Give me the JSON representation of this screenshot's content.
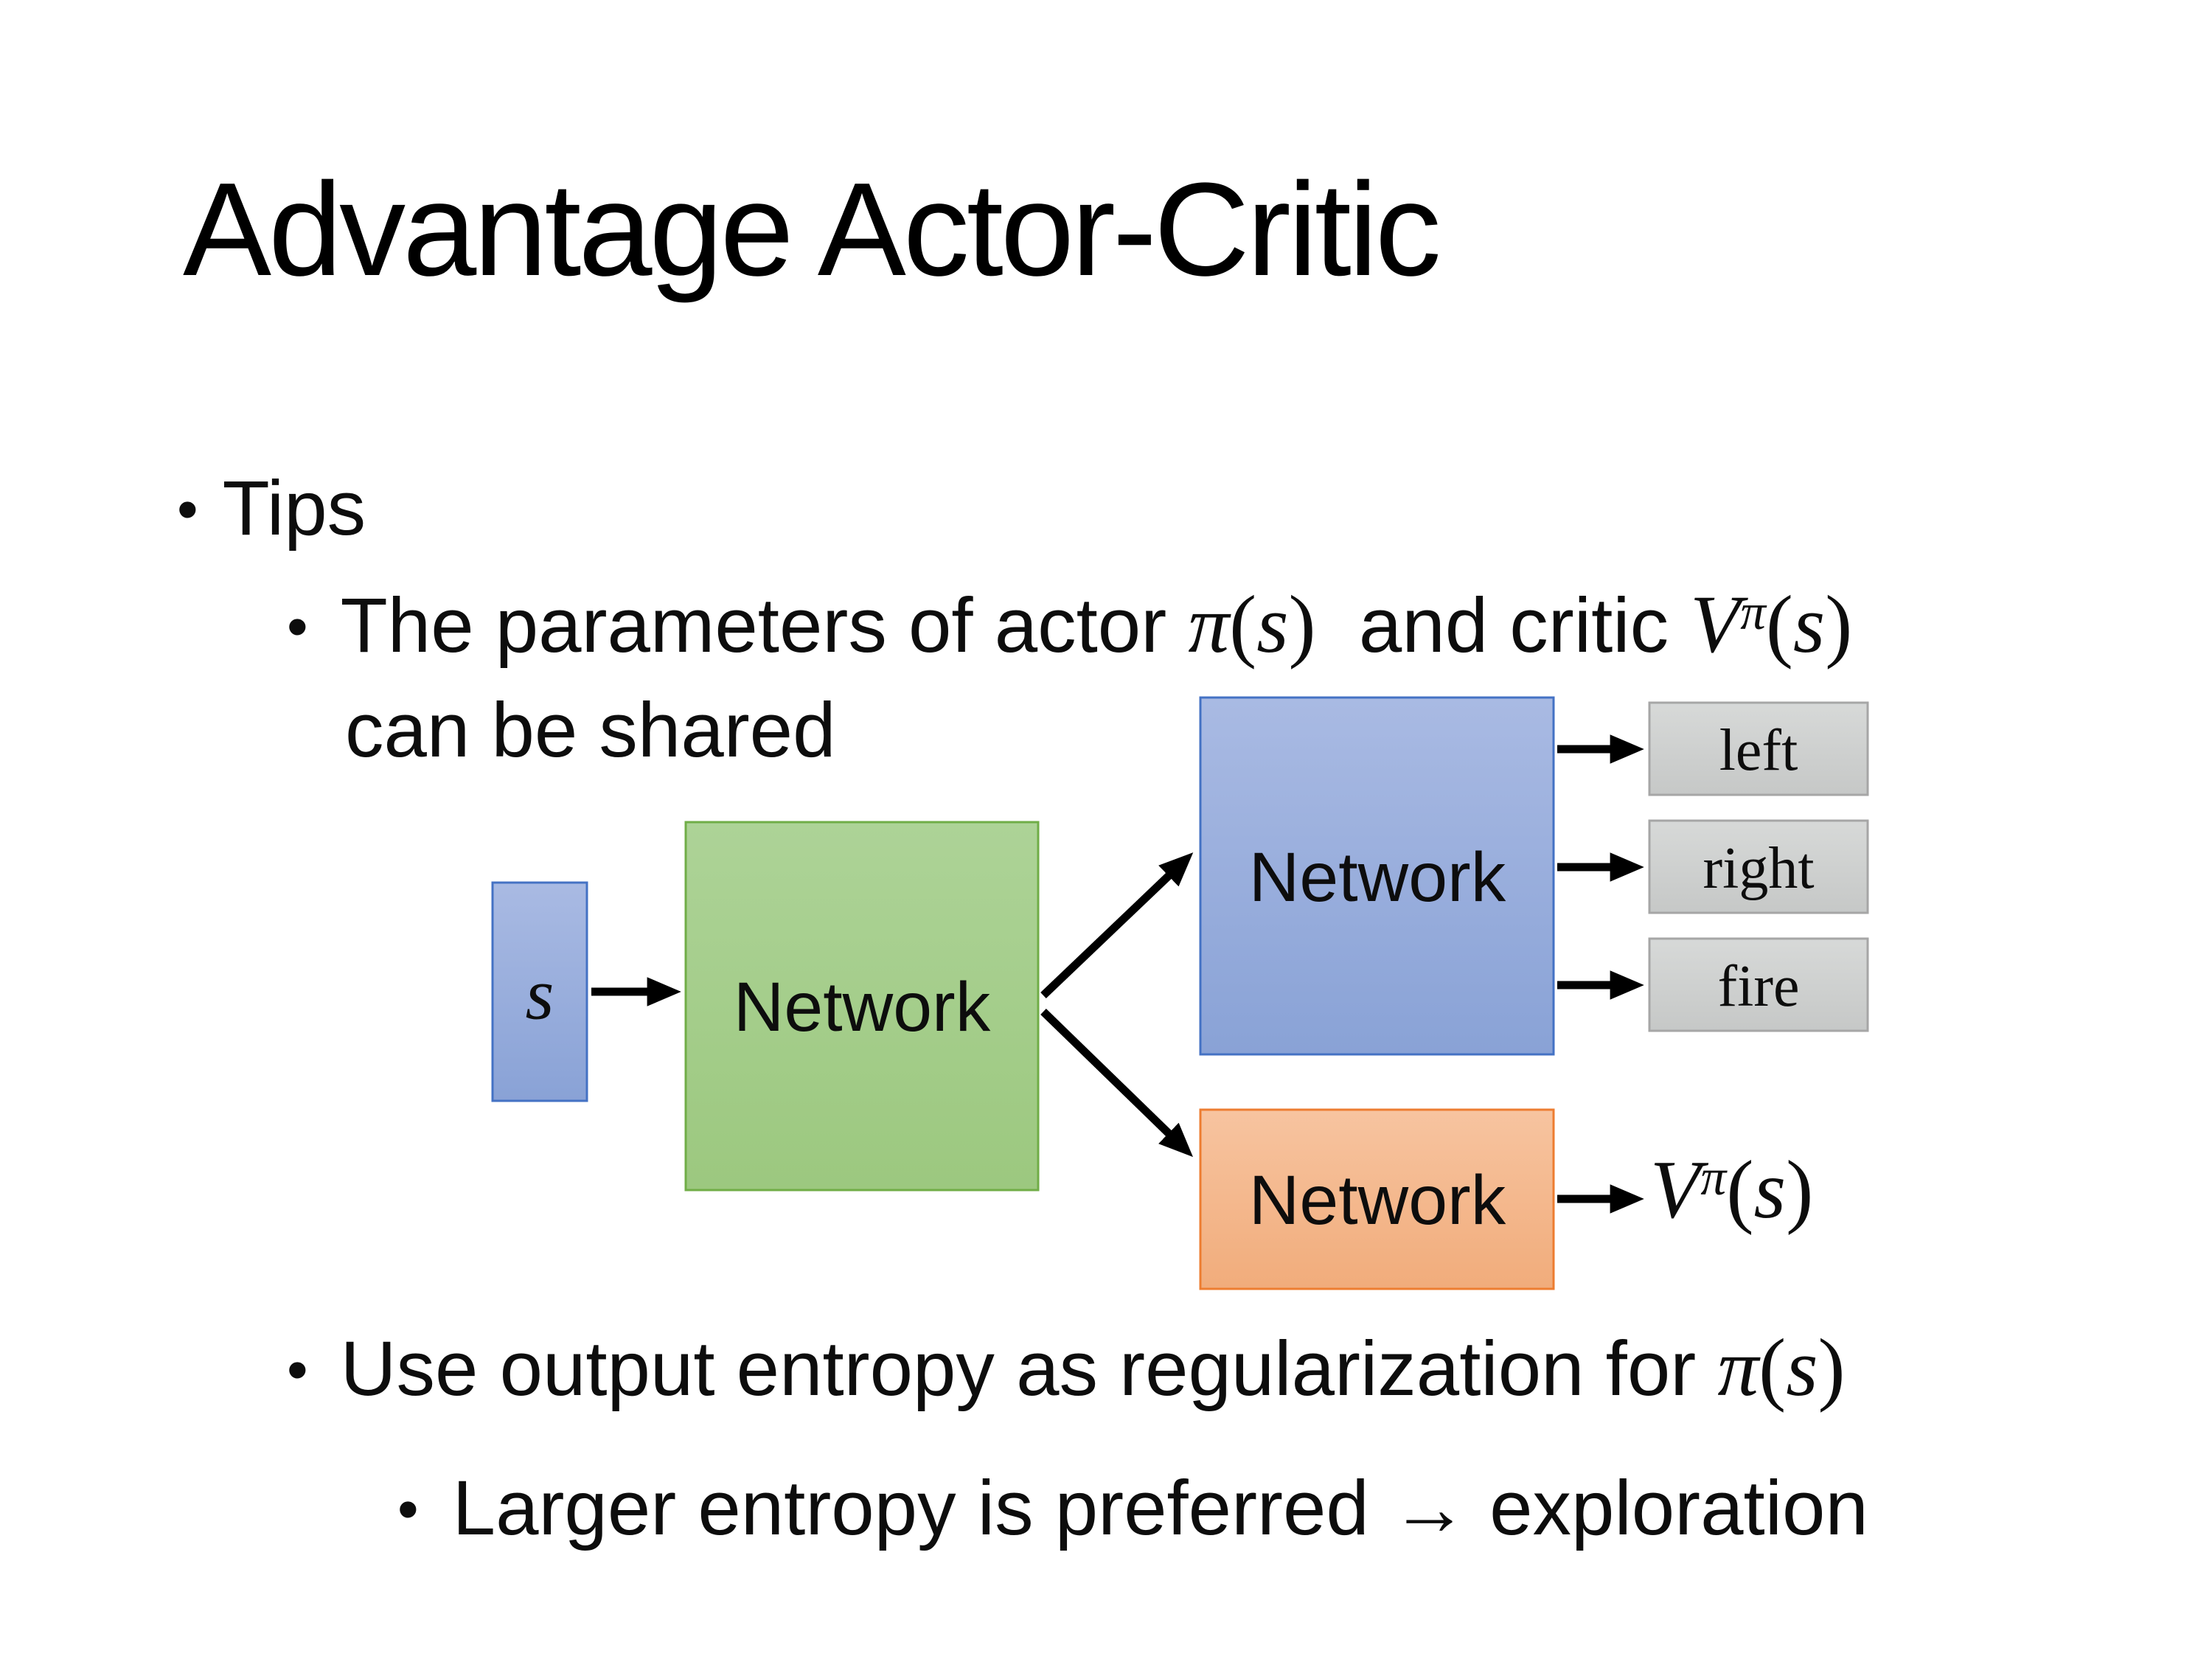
{
  "slide": {
    "title": "Advantage Actor-Critic",
    "bullet_glyph": "•",
    "bullets": {
      "tips": "Tips",
      "param_prefix": "The parameters of actor ",
      "param_mid": "  and critic ",
      "param_line2": "can be shared",
      "entropy_prefix": "Use output entropy as regularization for ",
      "larger": "Larger entropy is preferred → exploration"
    },
    "math": {
      "pi": "π",
      "s": "s",
      "V": "V",
      "lp": "(",
      "rp": ")"
    },
    "diagram": {
      "input_label": "s",
      "shared_network_label": "Network",
      "actor_network_label": "Network",
      "critic_network_label": "Network",
      "actions": [
        "left",
        "right",
        "fire"
      ],
      "colors": {
        "input_fill": "#9AAEDC",
        "input_border": "#4472C4",
        "shared_fill": "#A6CF8D",
        "shared_border": "#70AD47",
        "actor_fill": "#97ACDB",
        "actor_border": "#4472C4",
        "critic_fill": "#F4B183",
        "critic_border": "#ED7D31",
        "action_fill": "#CFD1D0",
        "action_border": "#A6A6A6",
        "arrow": "#000000"
      }
    }
  }
}
